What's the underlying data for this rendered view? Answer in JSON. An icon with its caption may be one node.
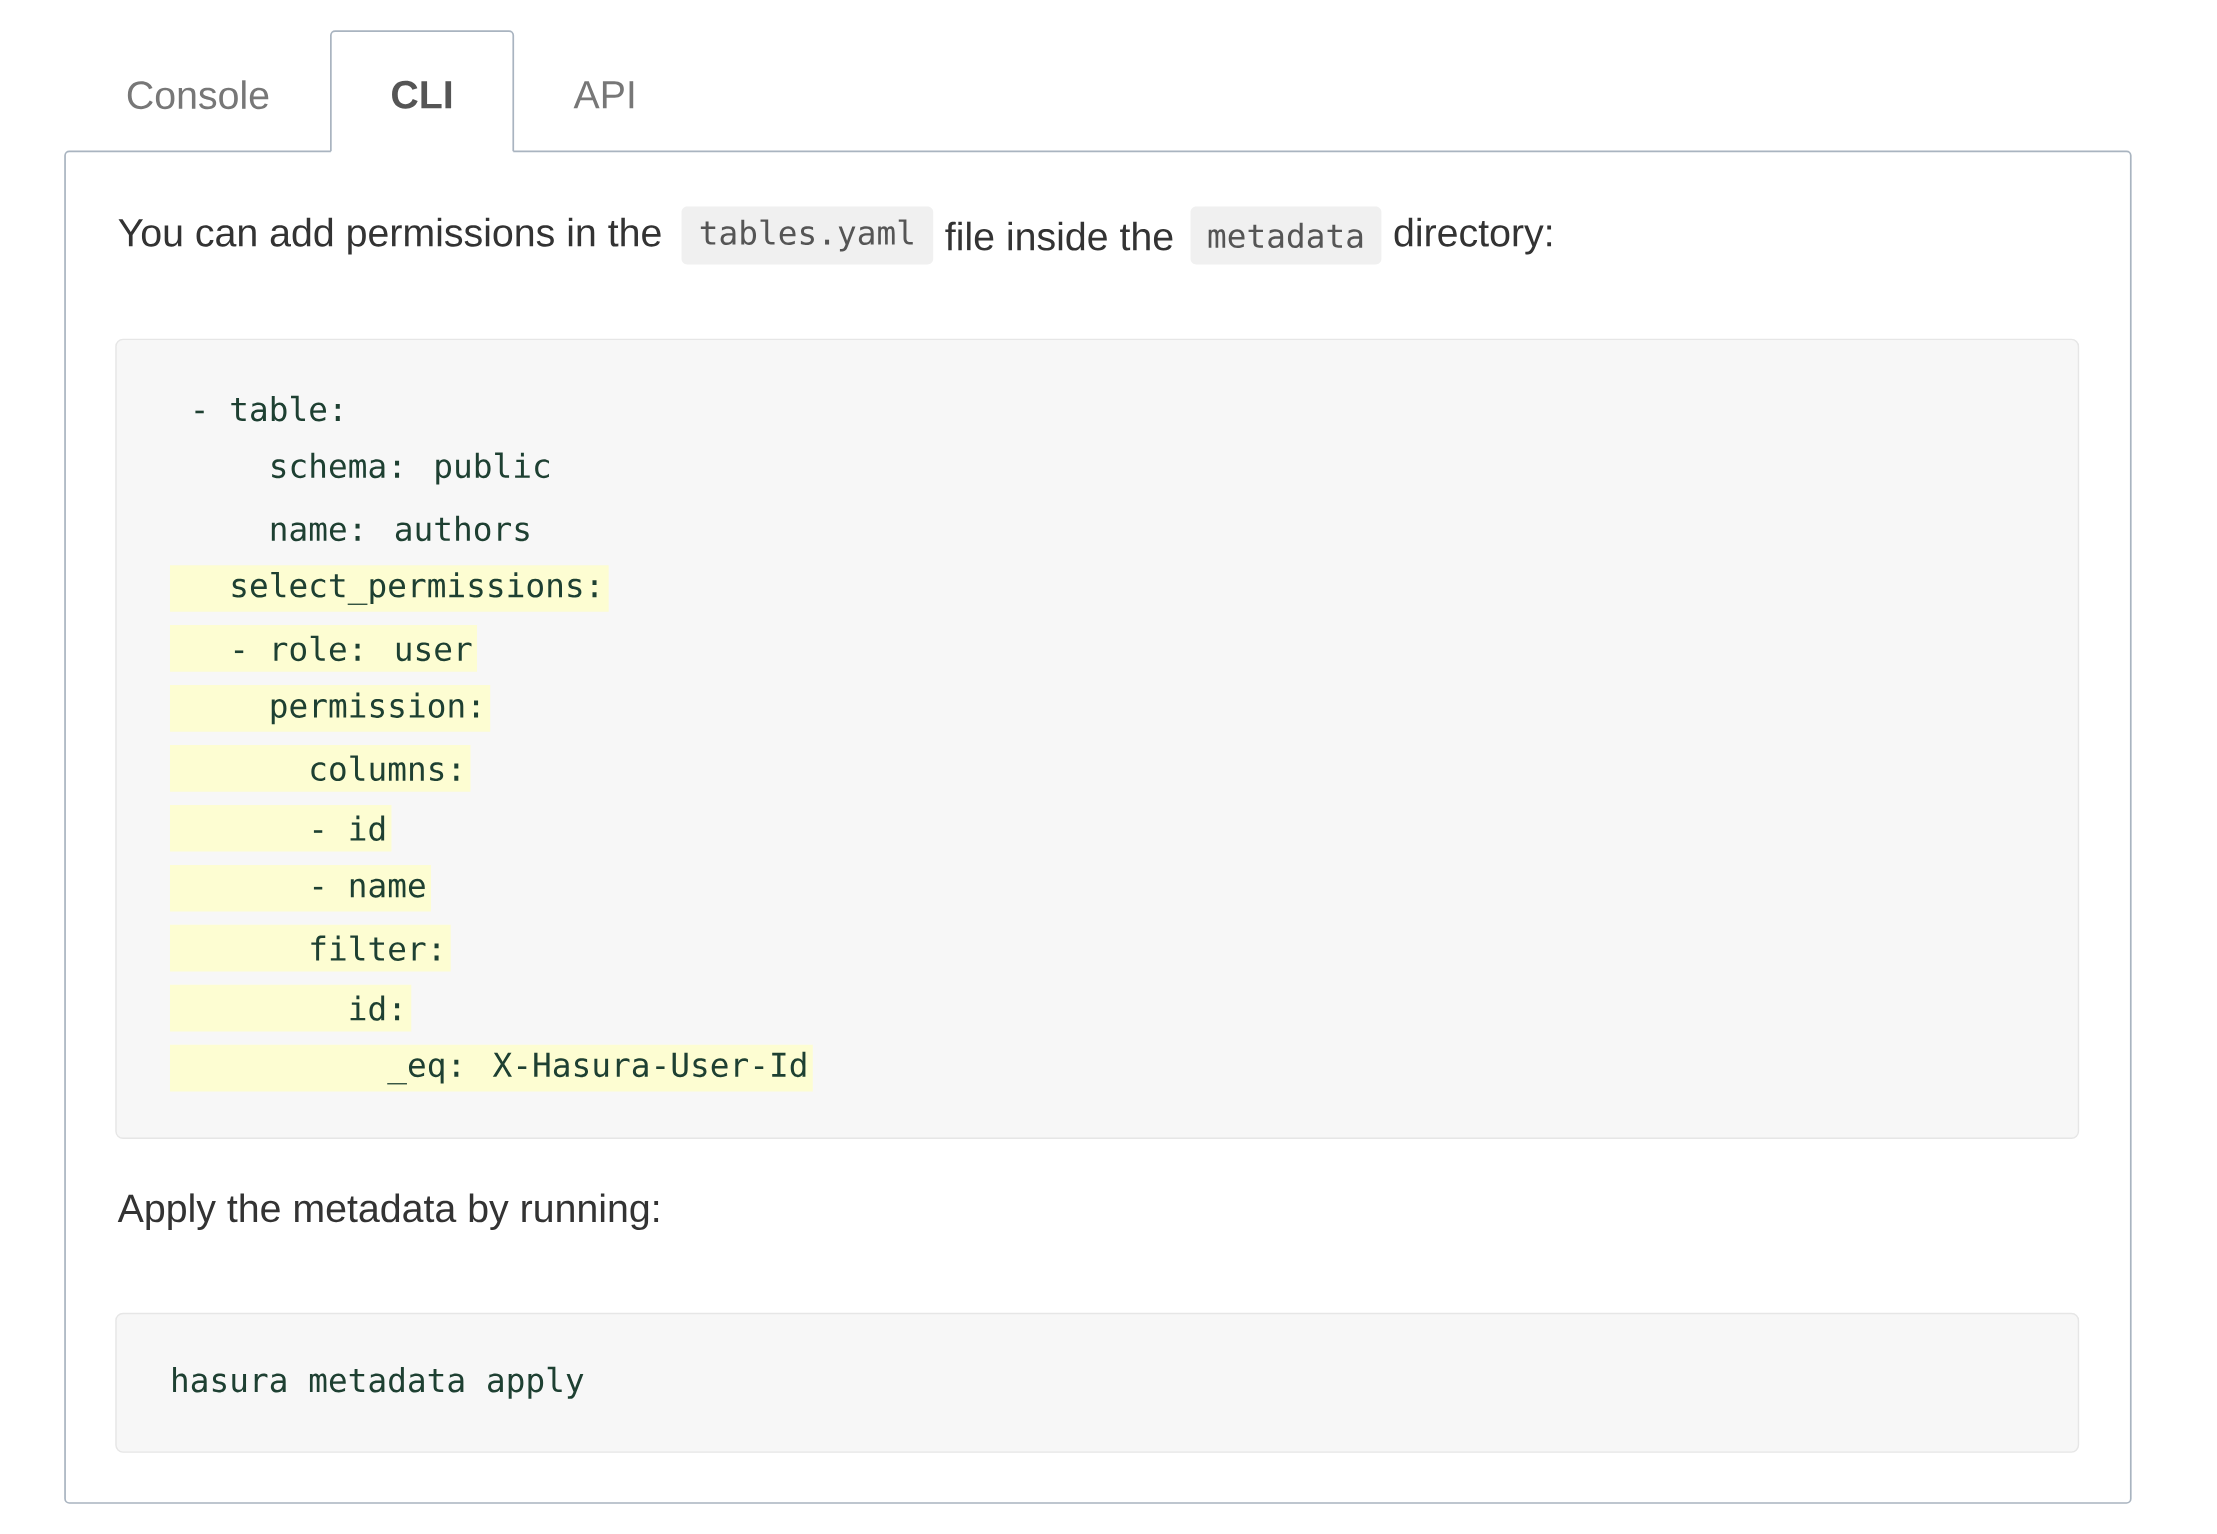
{
  "diagram": {
    "nodes": [
      {
        "text": [
          "Console"
        ]
      },
      {
        "text": [
          "CLI"
        ]
      },
      {
        "text": [
          "API"
        ]
      },
      {
        "text": [],
        "shape": "box"
      },
      {
        "text": [
          "tables.yaml"
        ],
        "in": 3
      },
      {
        "text": [
          "metadata"
        ],
        "in": 3
      },
      {
        "text": [
          "- table:",
          "schema: public",
          "name: authors",
          "select_permissions:",
          "- role: user",
          "permission:",
          "columns:",
          "- id",
          "- name",
          "filter:",
          "id:",
          "_eq: X-Hasura-User-Id"
        ],
        "in": 3
      },
      {
        "text": [
          "hasura metadata apply"
        ],
        "in": 3
      }
    ],
    "labels": [
      "You can add permissions in the",
      "file inside the",
      "directory:",
      "Apply the metadata by running:"
    ]
  }
}
